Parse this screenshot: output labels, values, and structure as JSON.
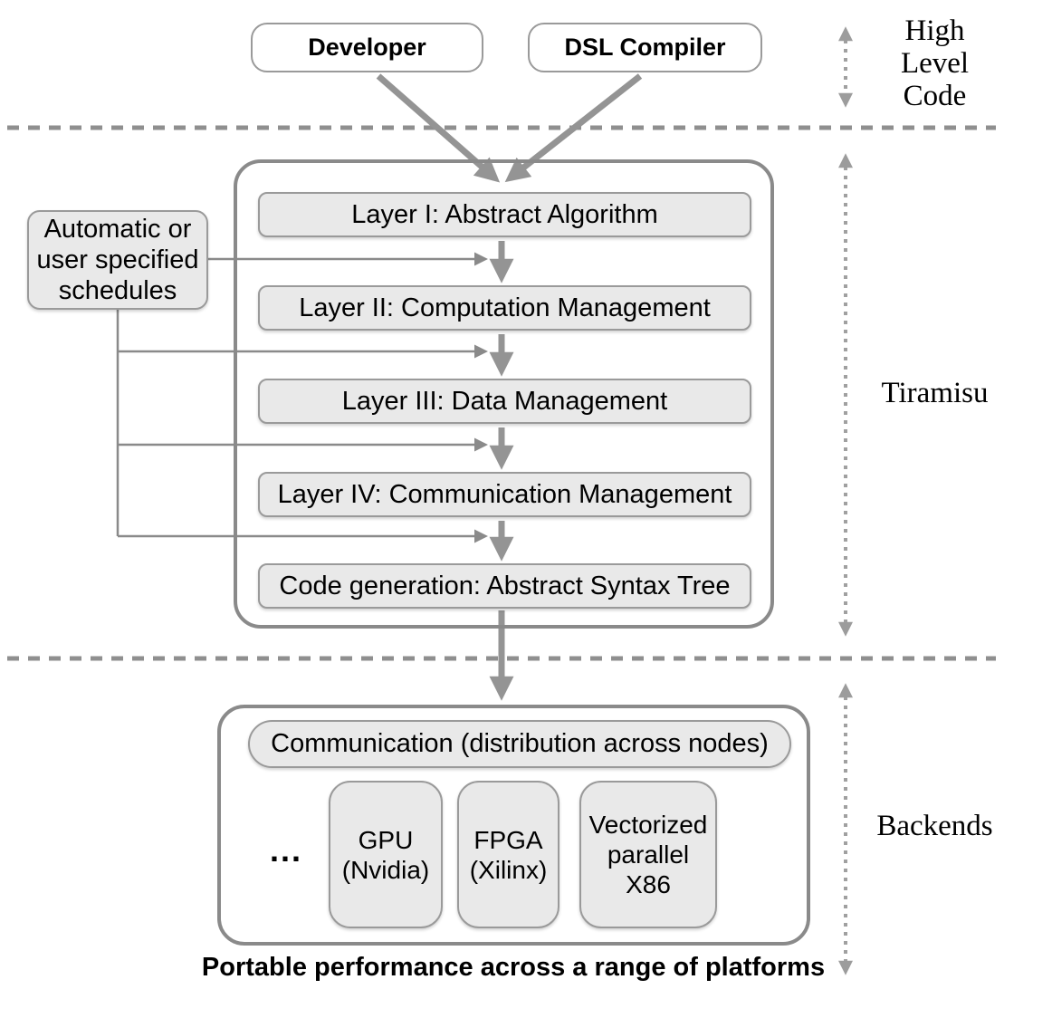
{
  "top": {
    "developer_label": "Developer",
    "dsl_compiler_label": "DSL Compiler"
  },
  "section_labels": {
    "high_level_code": "High\nLevel\nCode",
    "tiramisu": "Tiramisu",
    "backends": "Backends"
  },
  "tiramisu": {
    "schedules_note": "Automatic or\nuser specified\nschedules",
    "layers": [
      "Layer I: Abstract Algorithm",
      "Layer II: Computation Management",
      "Layer III: Data Management",
      "Layer IV: Communication Management",
      "Code generation: Abstract Syntax Tree"
    ]
  },
  "backends": {
    "communication_label": "Communication (distribution across nodes)",
    "ellipsis": "...",
    "targets": [
      "GPU\n(Nvidia)",
      "FPGA\n(Xilinx)",
      "Vectorized\nparallel\nX86"
    ]
  },
  "caption": "Portable performance across a range of platforms",
  "colors": {
    "box_fill": "#e9e9e9",
    "box_border": "#9a9a9a",
    "container_border": "#8a8a8a",
    "arrow_thick": "#949494",
    "arrow_thin": "#8a8a8a",
    "dash_color": "#8f8f8f",
    "dot_color": "#a0a0a0",
    "text_color": "#000000"
  }
}
